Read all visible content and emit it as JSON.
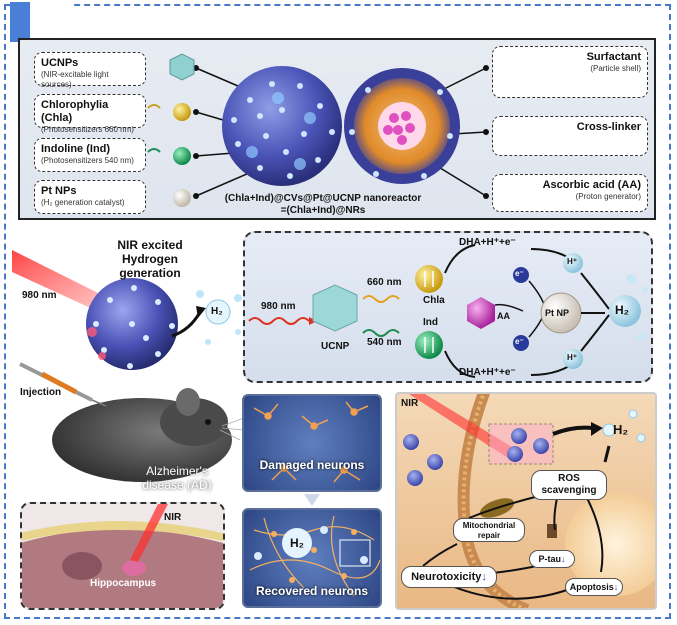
{
  "top": {
    "labels_left": [
      {
        "title": "UCNPs",
        "sub": "(NIR-excitable light sources)"
      },
      {
        "title": "Chlorophylia (Chla)",
        "sub": "(Photosensitizers 660 nm)"
      },
      {
        "title": "Indoline (Ind)",
        "sub": "(Photosensitizers 540 nm)"
      },
      {
        "title": "Pt NPs",
        "sub": "(H₂ generation catalyst)"
      }
    ],
    "labels_right": [
      {
        "title": "Surfactant",
        "sub": "(Particle shell)"
      },
      {
        "title": "Cross-linker",
        "sub": ""
      },
      {
        "title": "Ascorbic acid (AA)",
        "sub": "(Proton generator)"
      }
    ],
    "caption_line1": "(Chla+Ind)@CVs@Pt@UCNP nanoreactor",
    "caption_line2": "=(Chla+Ind)@NRs"
  },
  "left": {
    "heading_line1": "NIR excited",
    "heading_line2": "Hydrogen generation",
    "wavelength": "980 nm",
    "h2": "H₂",
    "injection": "Injection",
    "disease_line1": "Alzheimer's",
    "disease_line2": "disease (AD)",
    "nir": "NIR",
    "hippocampus": "Hippocampus"
  },
  "mechanism": {
    "wavelength": "980 nm",
    "ucnp": "UCNP",
    "em660": "660 nm",
    "em540": "540 nm",
    "chla": "Chla",
    "ind": "Ind",
    "dha_top": "DHA+H⁺+e⁻",
    "dha_bottom": "DHA+H⁺+e⁻",
    "aa": "AA",
    "pt": "Pt NP",
    "h2": "H₂",
    "e_minus": "e⁻",
    "h_plus": "H⁺"
  },
  "neurons": {
    "damaged": "Damaged neurons",
    "recovered": "Recovered neurons",
    "h2": "H₂"
  },
  "effects": {
    "nir": "NIR",
    "h2": "H₂",
    "ros_line1": "ROS",
    "ros_line2": "scavenging",
    "mito_line1": "Mitochondrial",
    "mito_line2": "repair",
    "ptau": "P-tau",
    "neurotox": "Neurotoxicity",
    "apoptosis": "Apoptosis"
  }
}
